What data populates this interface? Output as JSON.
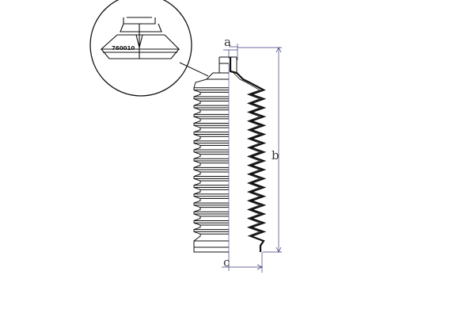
{
  "detail_view": {
    "part_number": "760010"
  },
  "dimensions": {
    "top_opening": "a",
    "overall_length": "b",
    "base_diameter": "c"
  },
  "colors": {
    "outline": "#111111",
    "dimension_line": "#3a3a7a",
    "center_line": "#3a3a7a"
  },
  "bellows": {
    "convolution_count": 17
  }
}
